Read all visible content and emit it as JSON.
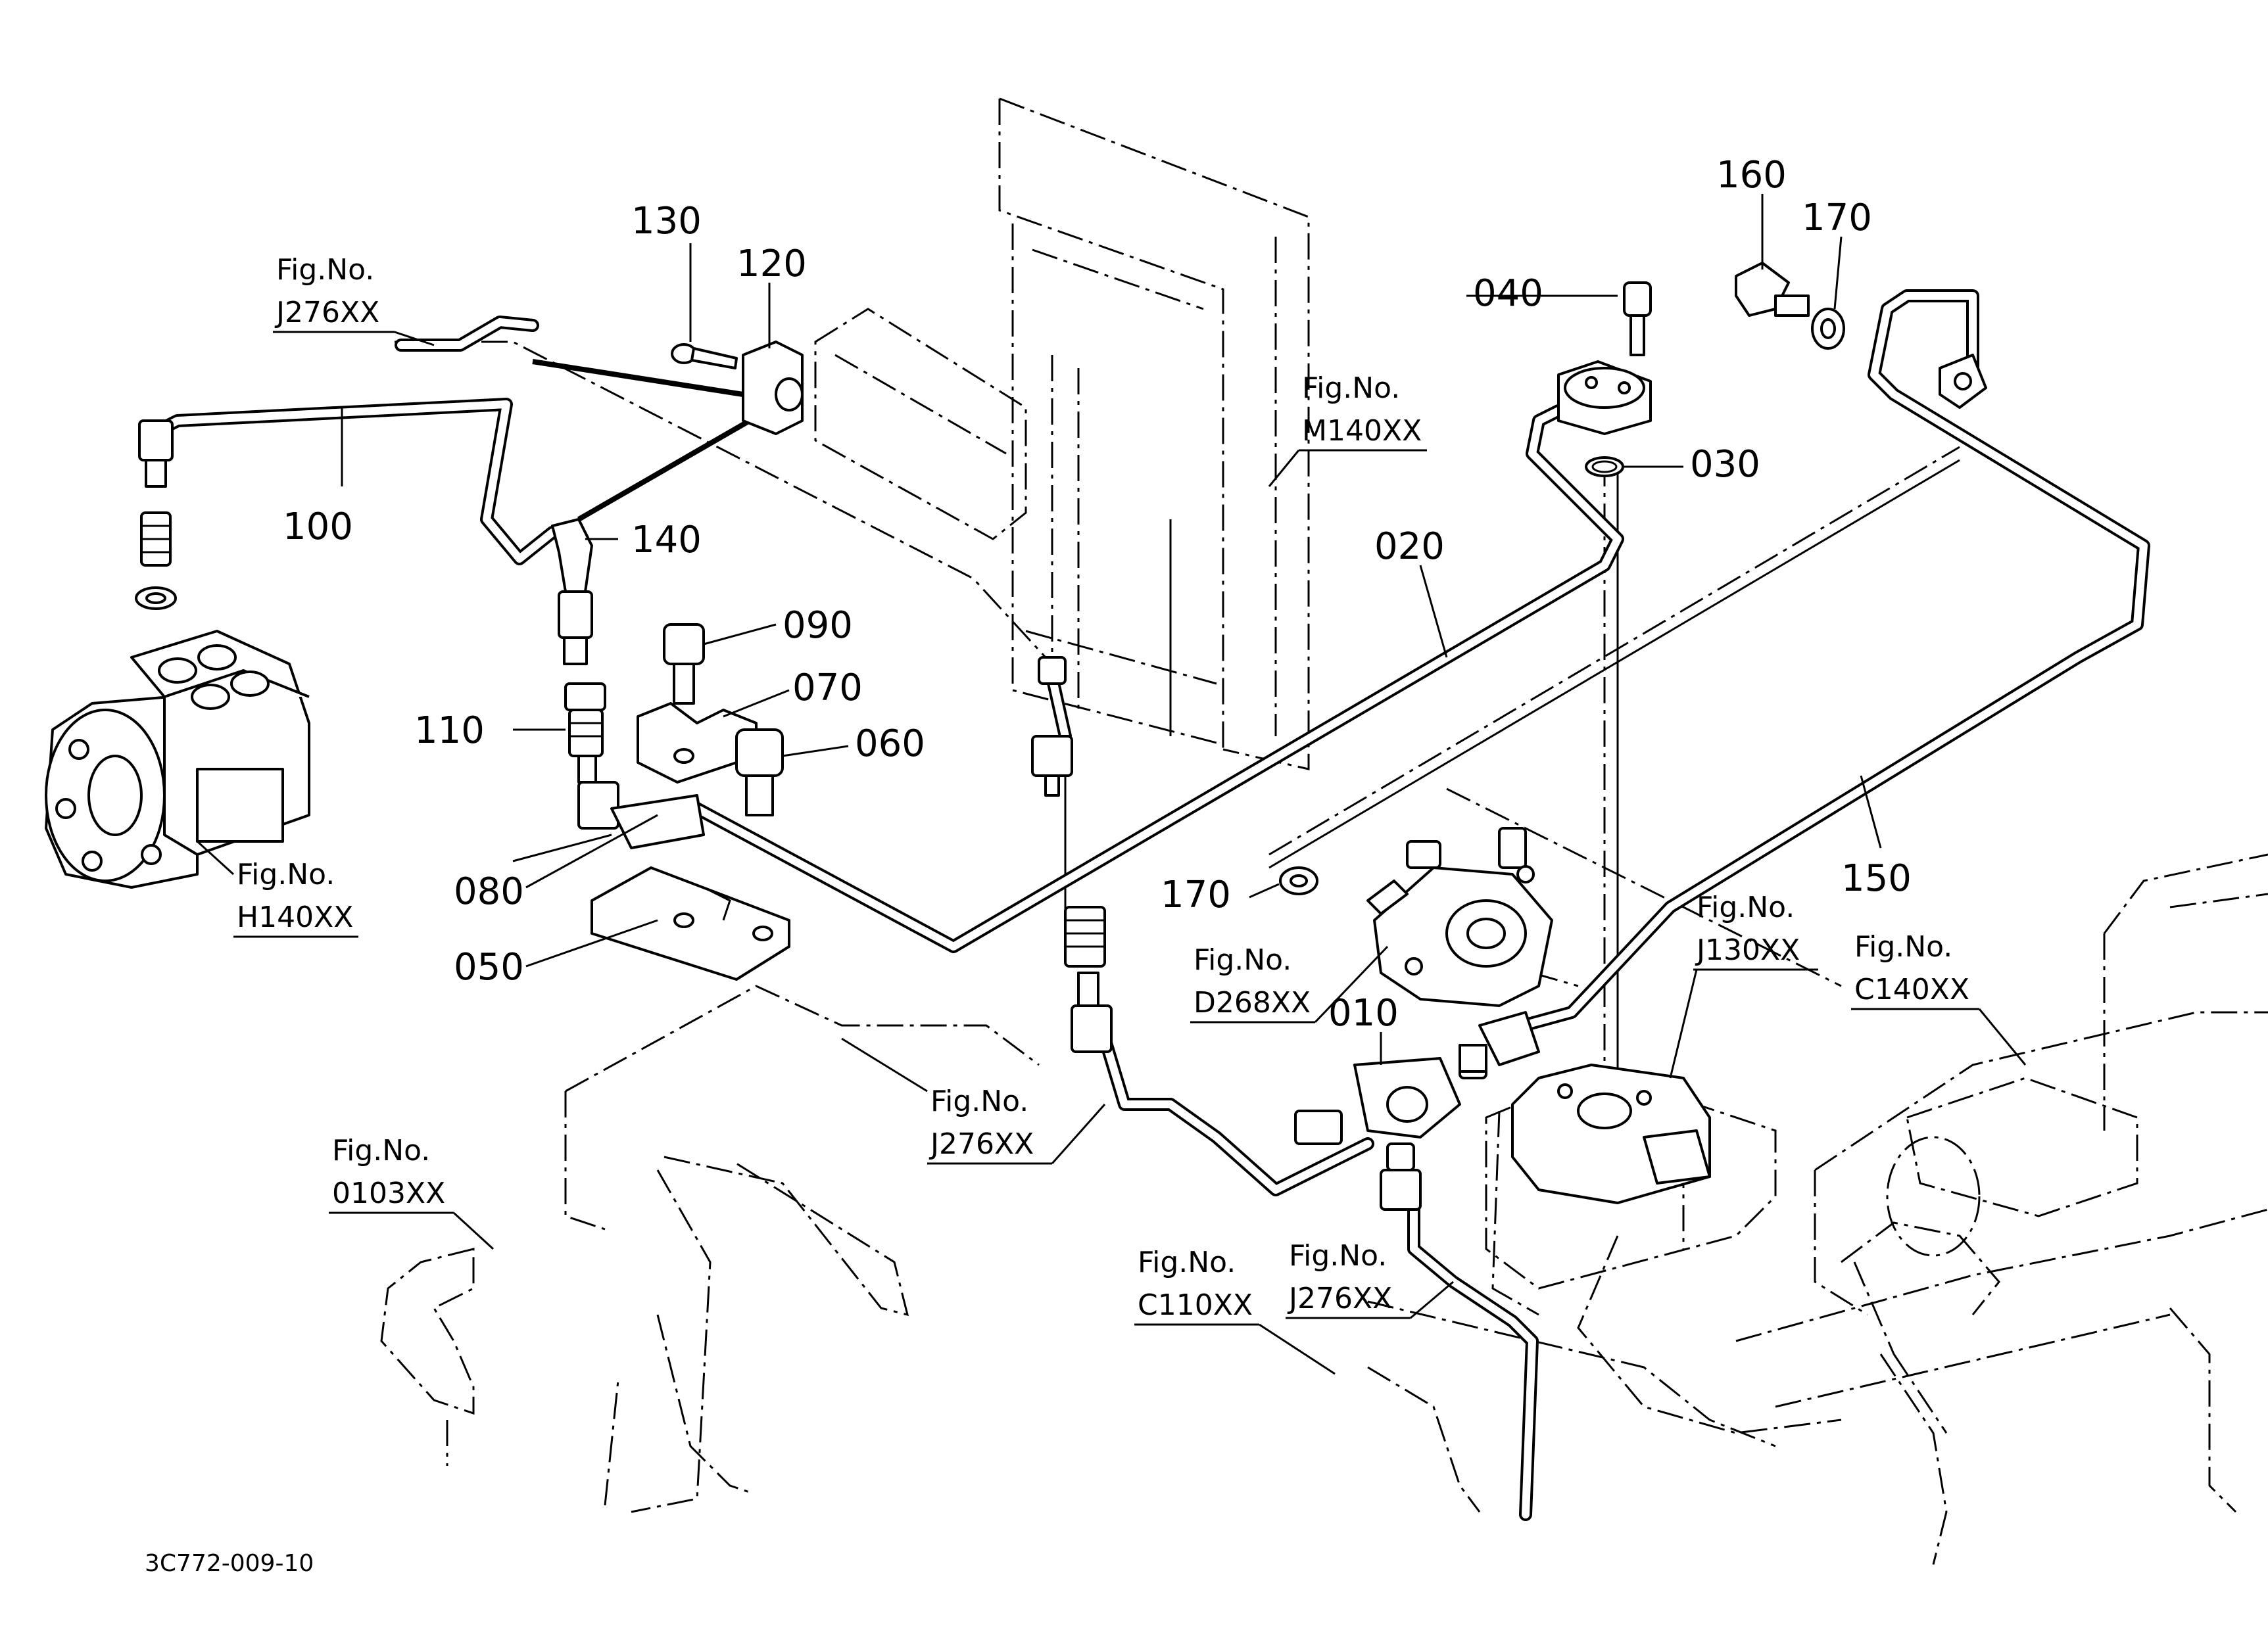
{
  "diagram": {
    "part_numbers": [
      "010",
      "020",
      "030",
      "040",
      "050",
      "060",
      "070",
      "080",
      "090",
      "100",
      "110",
      "120",
      "130",
      "140",
      "150",
      "160",
      "170",
      "170"
    ],
    "figure_refs": [
      {
        "label": "Fig.No.",
        "code": "J276XX"
      },
      {
        "label": "Fig.No.",
        "code": "M140XX"
      },
      {
        "label": "Fig.No.",
        "code": "H140XX"
      },
      {
        "label": "Fig.No.",
        "code": "D268XX"
      },
      {
        "label": "Fig.No.",
        "code": "J130XX"
      },
      {
        "label": "Fig.No.",
        "code": "C140XX"
      },
      {
        "label": "Fig.No.",
        "code": "J276XX"
      },
      {
        "label": "Fig.No.",
        "code": "0103XX"
      },
      {
        "label": "Fig.No.",
        "code": "C110XX"
      },
      {
        "label": "Fig.No.",
        "code": "J276XX"
      }
    ],
    "drawing_code": "3C772-009-10"
  }
}
